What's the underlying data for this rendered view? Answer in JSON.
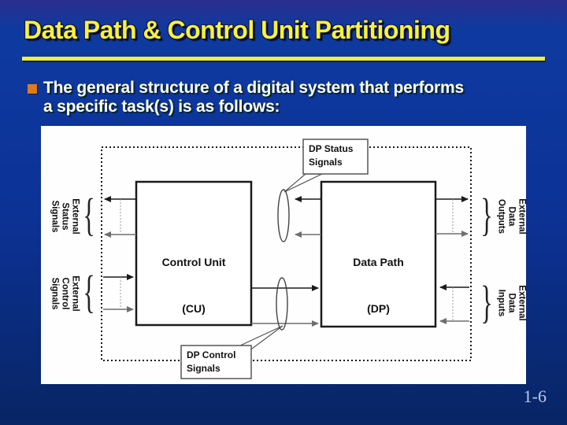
{
  "slide": {
    "title": "Data Path & Control Unit Partitioning",
    "bullet_text": "The general structure of a digital system that performs\na specific task(s) is as follows:",
    "page_number": "1-6"
  },
  "colors": {
    "background_top": "#0e3aa0",
    "background_bottom": "#082564",
    "title_text": "#f6f23a",
    "title_rule": "#f0ee35",
    "bullet_marker": "#e07b1a",
    "body_text": "#ffffff",
    "page_number_text": "#bdc9e9",
    "diagram_background": "#fefefe",
    "diagram_line": "#1a1a1a",
    "diagram_line_secondary": "#808080"
  },
  "diagram": {
    "blocks": [
      {
        "title": "Control Unit",
        "abbrev": "(CU)"
      },
      {
        "title": "Data Path",
        "abbrev": "(DP)"
      }
    ],
    "callouts": [
      {
        "label": "DP Status\nSignals"
      },
      {
        "label": "DP Control\nSignals"
      }
    ],
    "side_labels": [
      {
        "label": "External\nStatus\nSignals"
      },
      {
        "label": "External\nControl\nSignals"
      },
      {
        "label": "External\nData\nOutputs"
      },
      {
        "label": "External\nData\nInputs"
      }
    ],
    "brace_left": "{",
    "brace_right": "}"
  }
}
